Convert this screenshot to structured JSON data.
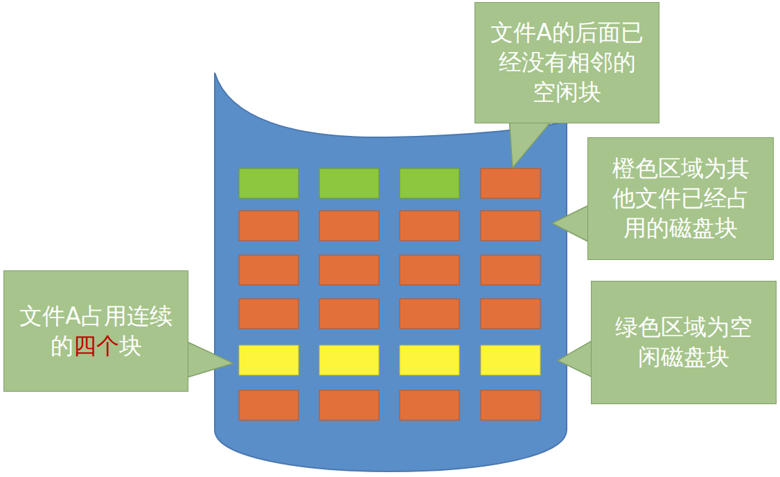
{
  "diagram": {
    "nodes": [
      {
        "text": [
          "文件A的后面已经没有相邻的空闲块"
        ]
      },
      {
        "text": [
          "橙色区域为其他文件已经占用的磁盘块"
        ]
      },
      {
        "text": [
          "文件A占用连续的",
          "四个",
          "块"
        ]
      },
      {
        "text": [
          "绿色区域为空闲磁盘块"
        ]
      }
    ]
  }
}
